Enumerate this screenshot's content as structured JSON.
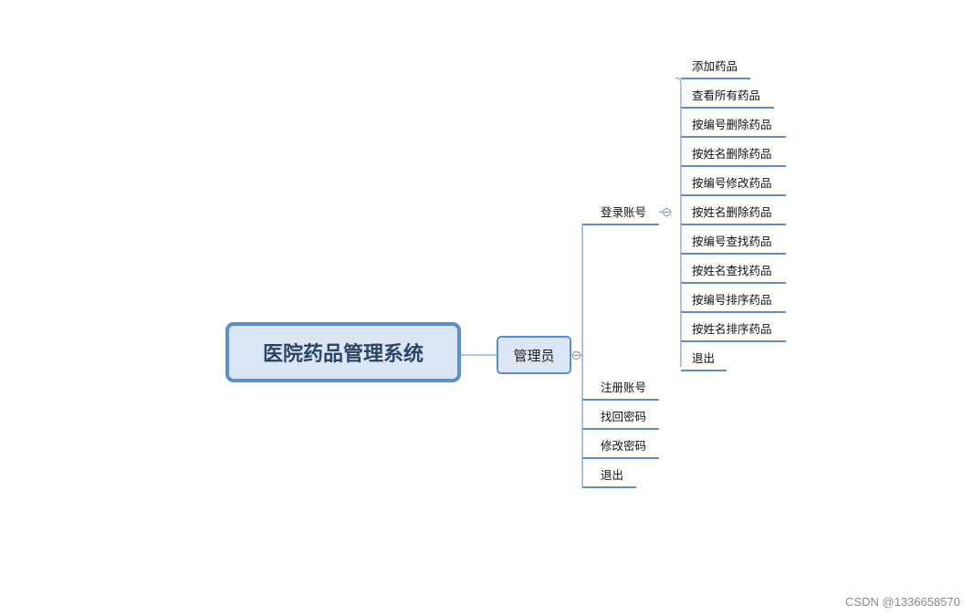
{
  "diagram": {
    "root": "医院药品管理系统",
    "admin": "管理员",
    "login_branch": {
      "label": "登录账号",
      "children": [
        "添加药品",
        "查看所有药品",
        "按编号删除药品",
        "按姓名删除药品",
        "按编号修改药品",
        "按姓名删除药品",
        "按编号查找药品",
        "按姓名查找药品",
        "按编号排序药品",
        "按姓名排序药品",
        "退出"
      ]
    },
    "other_branches": [
      "注册账号",
      "找回密码",
      "修改密码",
      "退出"
    ]
  },
  "watermark": "CSDN @1336658570",
  "colors": {
    "line": "#5b8ed0",
    "node_fill": "#dbe5f3",
    "root_border": "#5b8ed0"
  }
}
